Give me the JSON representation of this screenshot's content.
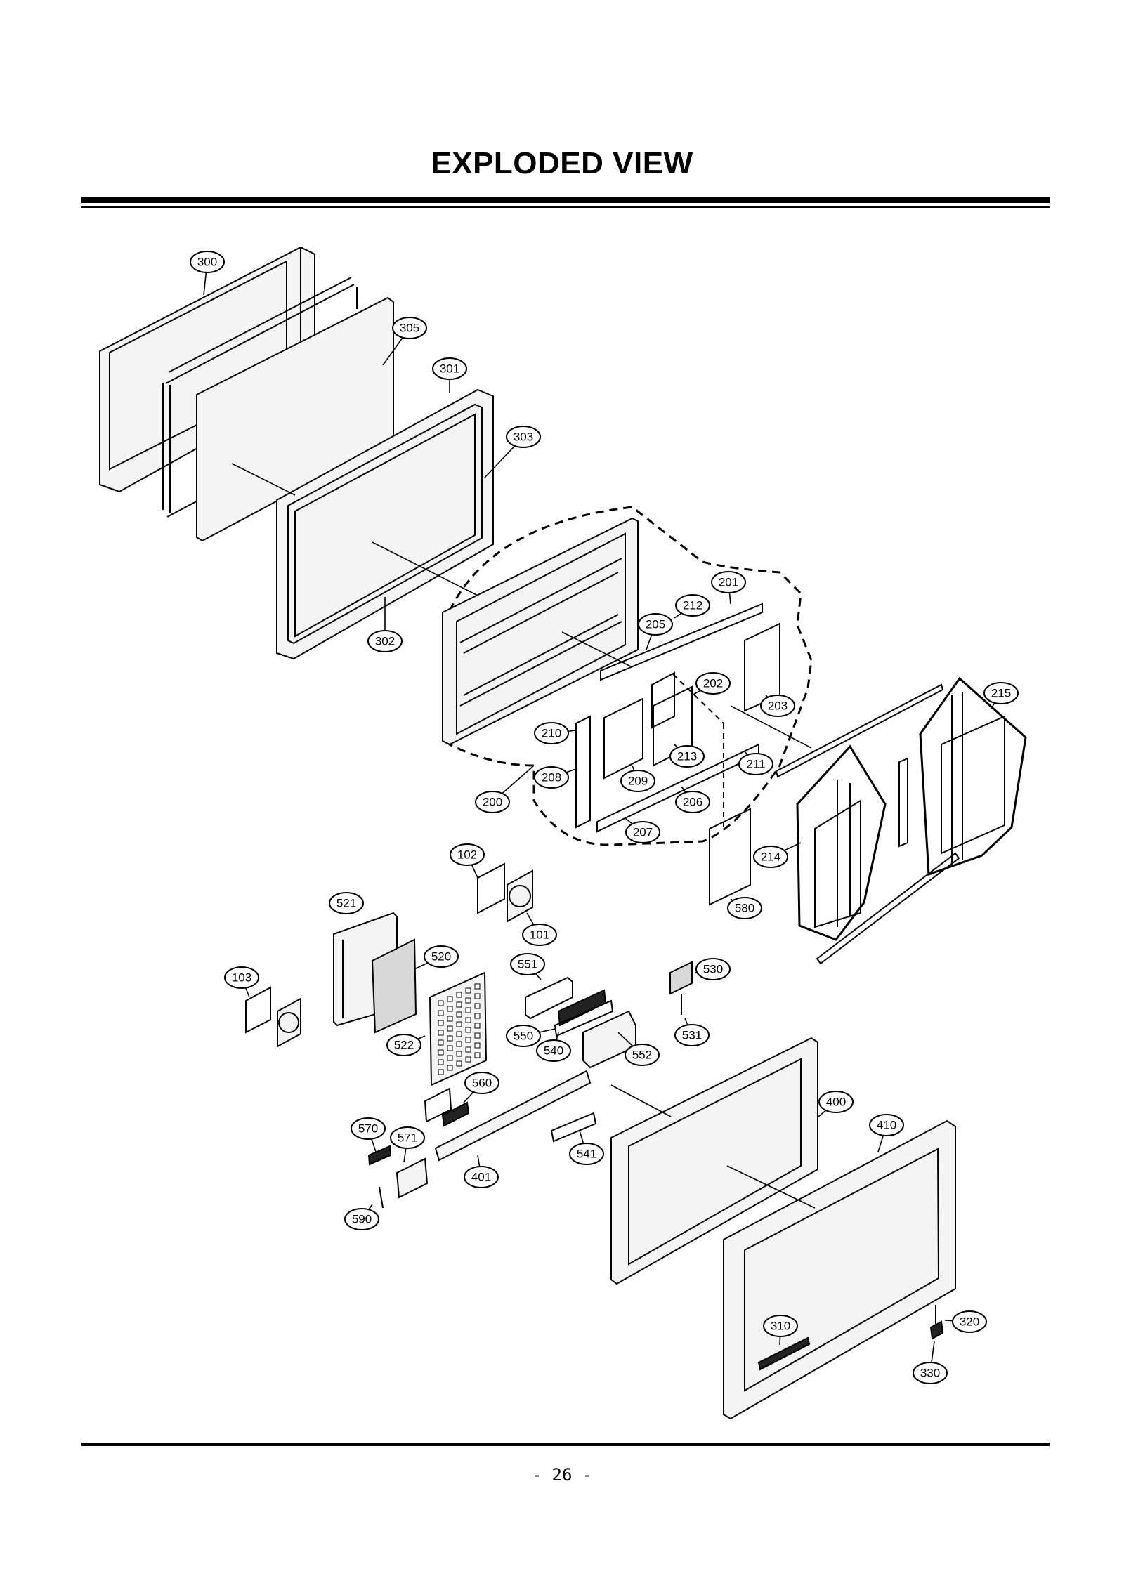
{
  "header": {
    "title": "EXPLODED VIEW"
  },
  "footer": {
    "page_number": "- 26 -"
  },
  "callouts": [
    "300",
    "305",
    "301",
    "303",
    "302",
    "201",
    "212",
    "205",
    "202",
    "203",
    "215",
    "210",
    "213",
    "211",
    "208",
    "209",
    "206",
    "200",
    "207",
    "214",
    "580",
    "102",
    "521",
    "101",
    "520",
    "103",
    "551",
    "530",
    "522",
    "550",
    "540",
    "552",
    "531",
    "560",
    "400",
    "410",
    "570",
    "571",
    "541",
    "401",
    "590",
    "310",
    "320",
    "330"
  ]
}
